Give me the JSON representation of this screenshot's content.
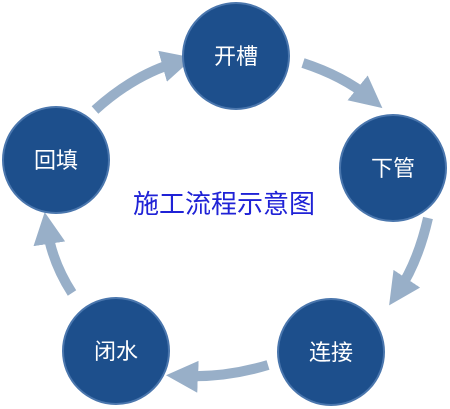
{
  "diagram": {
    "title": "施工流程示意图",
    "colors": {
      "node_fill": "#1d4f8c",
      "node_border": "#4a76ad",
      "arrow": "#98afc8",
      "title": "#1f22d6"
    },
    "nodes": [
      {
        "id": "kaicao",
        "label": "开槽"
      },
      {
        "id": "xiaguan",
        "label": "下管"
      },
      {
        "id": "lianjie",
        "label": "连接"
      },
      {
        "id": "bishui",
        "label": "闭水"
      },
      {
        "id": "huitian",
        "label": "回填"
      }
    ],
    "edges": [
      {
        "from": "kaicao",
        "to": "xiaguan"
      },
      {
        "from": "xiaguan",
        "to": "lianjie"
      },
      {
        "from": "lianjie",
        "to": "bishui"
      },
      {
        "from": "bishui",
        "to": "huitian"
      },
      {
        "from": "huitian",
        "to": "kaicao"
      }
    ]
  }
}
